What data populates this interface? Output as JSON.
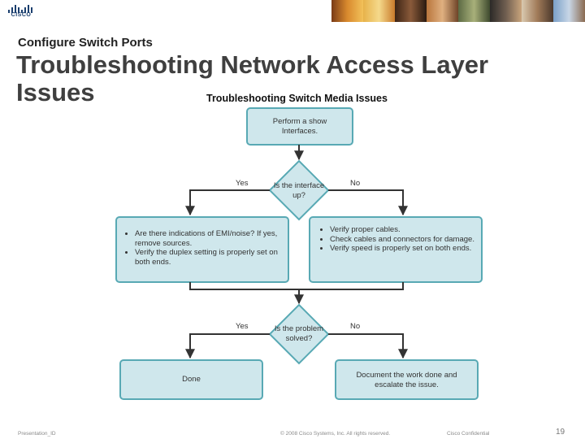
{
  "header": {
    "logo_text": "CISCO"
  },
  "slide": {
    "subtitle": "Configure Switch Ports",
    "title": "Troubleshooting Network Access Layer Issues"
  },
  "diagram": {
    "title": "Troubleshooting Switch Media Issues",
    "start": "Perform a show Interfaces.",
    "decision1": "Is the interface up?",
    "decision1_yes": "Yes",
    "decision1_no": "No",
    "yes_box": [
      "Are there indications of EMI/noise? If yes, remove sources.",
      "Verify the duplex setting is properly set on both ends."
    ],
    "no_box": [
      "Verify proper cables.",
      "Check cables and connectors for damage.",
      "Verify speed is properly set on both ends."
    ],
    "decision2": "Is the problem solved?",
    "decision2_yes": "Yes",
    "decision2_no": "No",
    "done": "Done",
    "escalate": "Document the work done and escalate the issue."
  },
  "footer": {
    "left": "Presentation_ID",
    "copyright": "© 2008 Cisco Systems, Inc. All rights reserved.",
    "confidential": "Cisco Confidential",
    "page": "19"
  },
  "colors": {
    "box_fill": "#cfe7ec",
    "box_stroke": "#58a9b4",
    "line": "#333333"
  }
}
